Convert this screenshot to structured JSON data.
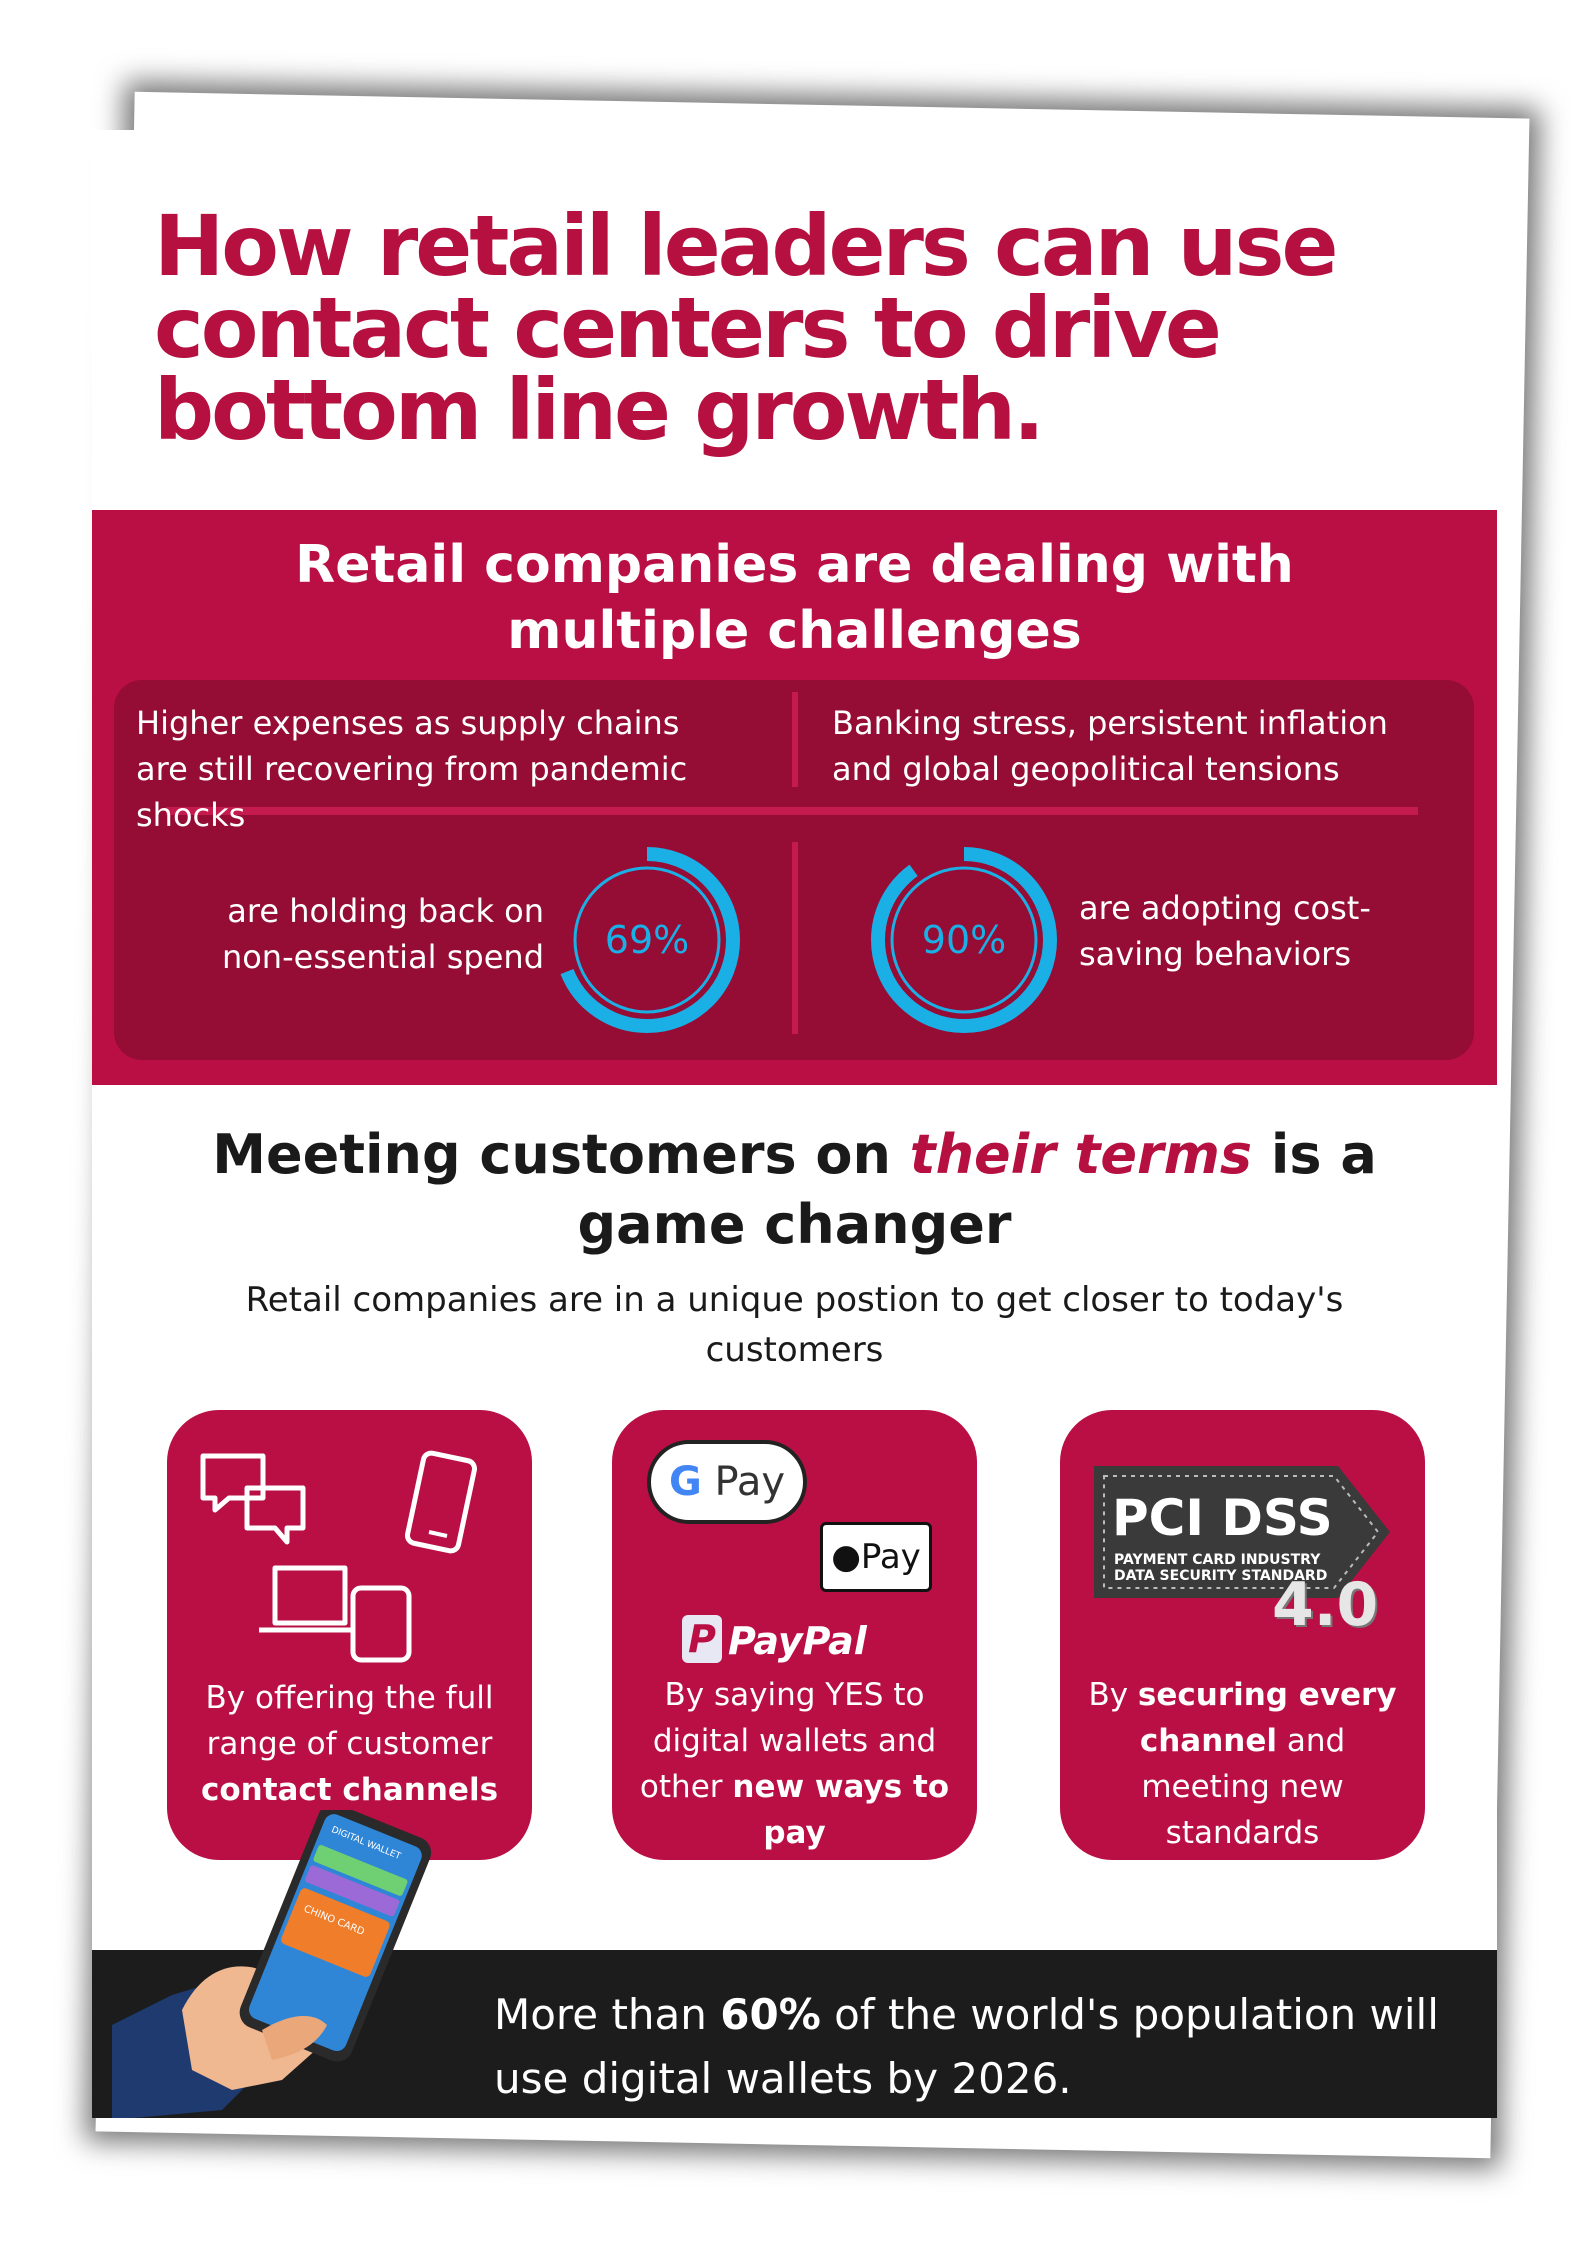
{
  "title": "How retail leaders can use contact centers to drive bottom line growth.",
  "challenges": {
    "heading": "Retail companies are dealing with multiple challenges",
    "items": [
      "Higher expenses as supply chains are still recovering from pandemic shocks",
      "Banking stress, persistent inflation and global geopolitical tensions"
    ],
    "stats": [
      {
        "value": "69%",
        "fraction": 0.69,
        "text": "are holding back on non-essential spend"
      },
      {
        "value": "90%",
        "fraction": 0.9,
        "text": "are adopting cost-saving behaviors"
      }
    ],
    "colors": {
      "band": "#b90f45",
      "panel": "#950c35",
      "ring": "#1ab0e6"
    }
  },
  "customers": {
    "heading_part1": "Meeting customers on ",
    "heading_accent": "their terms",
    "heading_part2": " is a game changer",
    "subheading": "Retail companies are in a unique postion to get closer to today's customers",
    "cards": [
      {
        "icons": [
          "chat-bubbles-icon",
          "mobile-phone-icon",
          "laptop-icon",
          "tablet-icon"
        ],
        "text_before": "By offering the full range of customer ",
        "text_bold": "contact channels",
        "text_after": ""
      },
      {
        "logos": {
          "gpay_g": "G",
          "gpay": "Pay",
          "applepay": "Pay",
          "paypal_p": "P",
          "paypal": "PayPal"
        },
        "text_before": "By saying YES to digital wallets and other ",
        "text_bold": "new ways to pay",
        "text_after": ""
      },
      {
        "badge": {
          "main": "PCI DSS",
          "small": "PAYMENT CARD INDUSTRY DATA SECURITY STANDARD",
          "version": "4.0"
        },
        "text_before": "By ",
        "text_bold": "securing every channel",
        "text_after": " and meeting new standards"
      }
    ]
  },
  "footer": {
    "text_before": "More than ",
    "text_bold": "60%",
    "text_after": " of the world's population will use digital wallets by 2026.",
    "phone_screen_label": "CHINO CARD",
    "phone_header": "DIGITAL WALLET"
  }
}
